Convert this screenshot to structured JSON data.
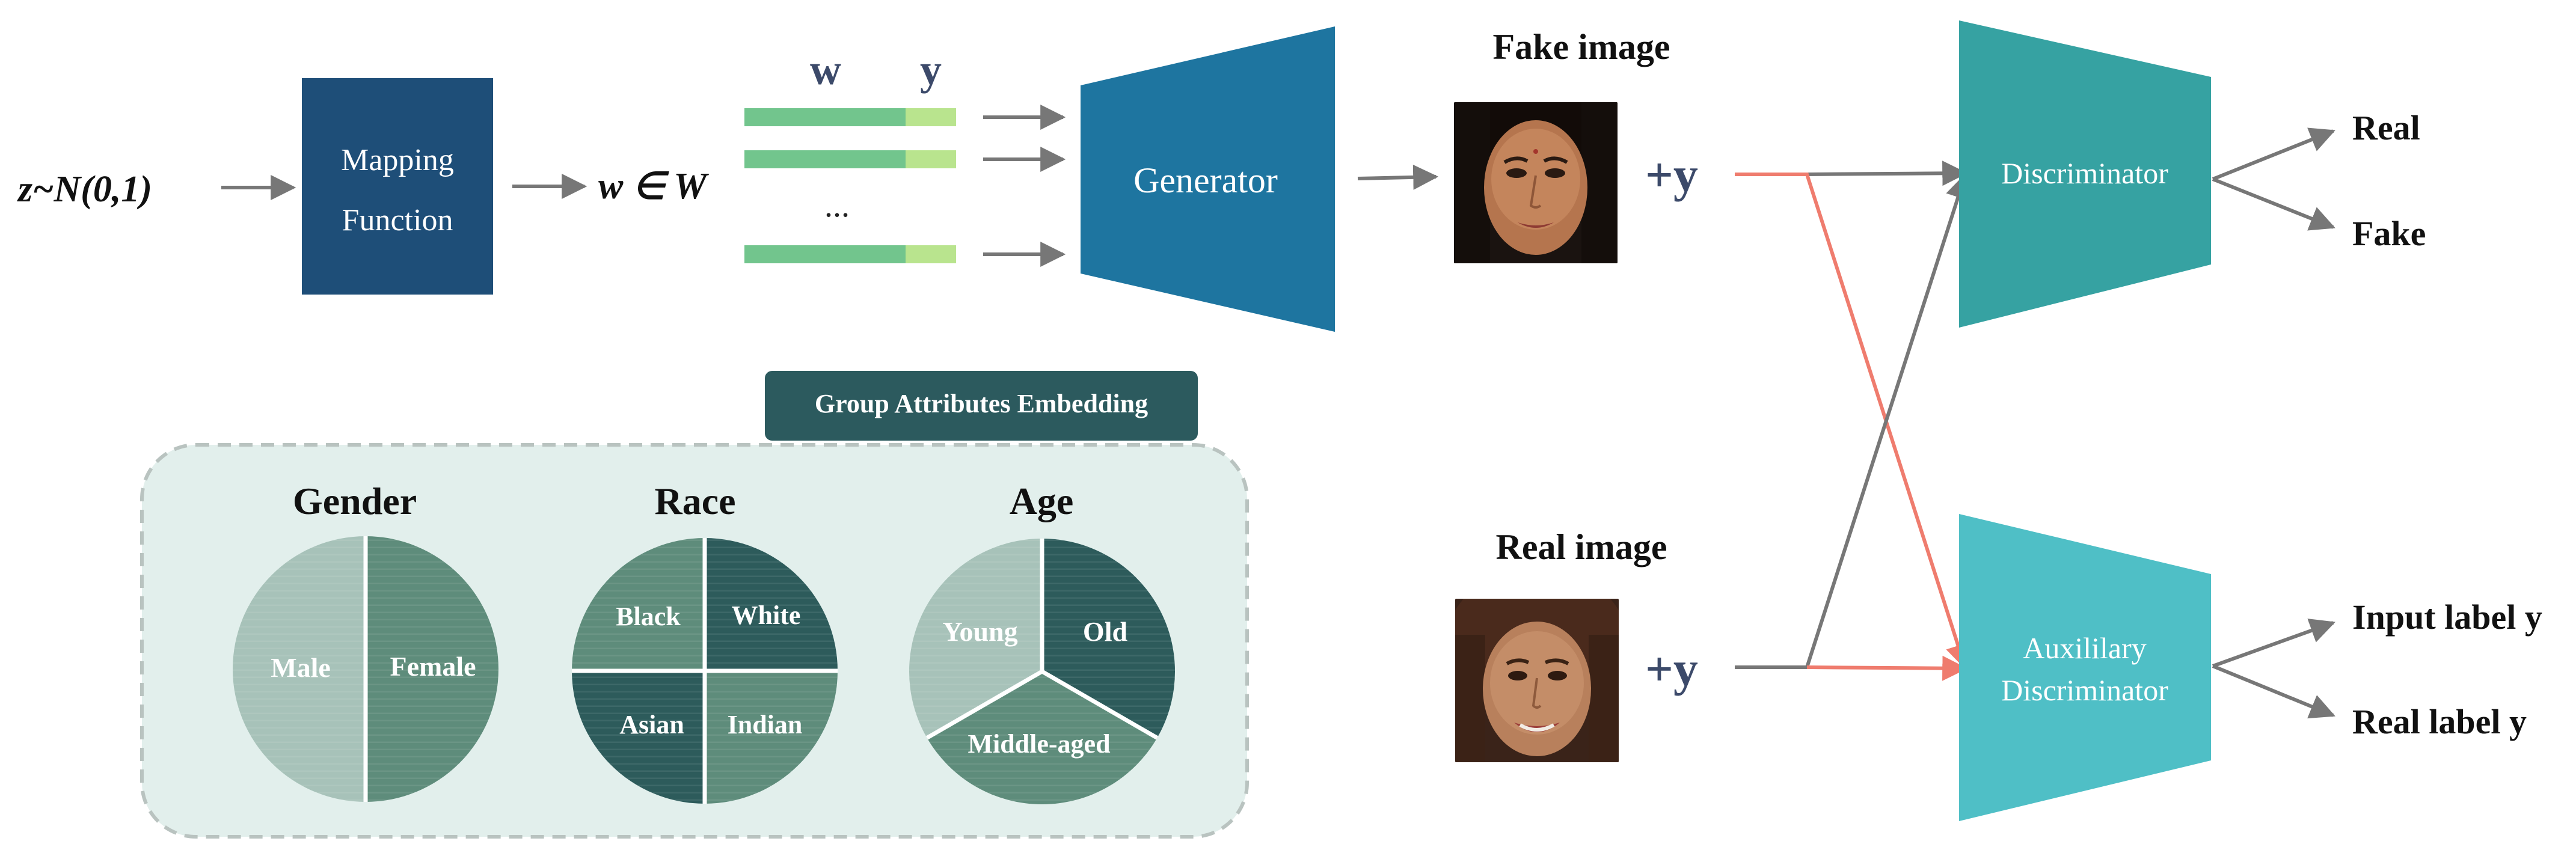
{
  "latent": {
    "text": "z~N(0,1)"
  },
  "mapping": {
    "line1": "Mapping",
    "line2": "Function"
  },
  "w_space": {
    "text": "w ∈ W"
  },
  "style_vectors": {
    "w_label": "w",
    "y_label": "y",
    "ellipsis": "..."
  },
  "generator": {
    "label": "Generator"
  },
  "fake": {
    "title": "Fake image",
    "plus_y": "+y"
  },
  "real": {
    "title": "Real image",
    "plus_y": "+y"
  },
  "discriminator": {
    "label": "Discriminator",
    "out_real": "Real",
    "out_fake": "Fake"
  },
  "aux_discriminator": {
    "line1": "Auxililary",
    "line2": "Discriminator",
    "out_input": "Input label y",
    "out_real": "Real label y"
  },
  "group_attributes": {
    "tab_title": "Group Attributes Embedding",
    "gender": {
      "title": "Gender",
      "slices": [
        "Male",
        "Female"
      ]
    },
    "race": {
      "title": "Race",
      "slices": [
        "Black",
        "White",
        "Asian",
        "Indian"
      ]
    },
    "age": {
      "title": "Age",
      "slices": [
        "Young",
        "Old",
        "Middle-aged"
      ]
    }
  },
  "colors": {
    "mapping": "#1e4e78",
    "generator": "#1e75a0",
    "discriminator": "#36a2a2",
    "aux_discriminator": "#4fbfc6",
    "bar_green": "#72c58d",
    "bar_lime": "#b9e48e",
    "panel_bg": "#e2efec",
    "panel_border": "#b9c3c0",
    "tab": "#2c5a5e",
    "pie_light": "#a7c2b9",
    "pie_mid": "#5e8c7b",
    "pie_dark": "#2d5b5b",
    "arrow_gray": "#777777",
    "arrow_salmon": "#ef7c6e",
    "label_navy": "#3c4a6a"
  },
  "icons": [
    "fake-face-photo",
    "real-face-photo"
  ]
}
